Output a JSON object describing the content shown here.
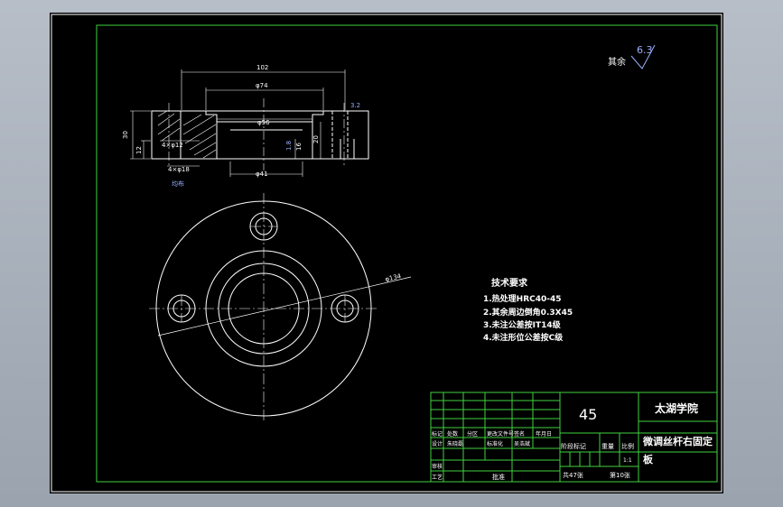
{
  "surface_finish": {
    "label": "其余",
    "value": "6.3"
  },
  "dimensions": {
    "d102": "102",
    "d74": "φ74",
    "d56": "φ56",
    "d41": "φ41",
    "d134": "φ134",
    "h30": "30",
    "h12": "12",
    "h20": "20",
    "h16": "16",
    "h18": "1.8",
    "hole12": "4×φ12",
    "hole18": "4×φ18",
    "roughness_side": "3.2",
    "note_below": "均布"
  },
  "tech": {
    "title": "技术要求",
    "items": [
      "1.热处理HRC40-45",
      "2.其余周边倒角0.3X45",
      "3.未注公差按IT14级",
      "4.未注形位公差按C级"
    ]
  },
  "title_block": {
    "material": "45",
    "school": "太湖学院",
    "part_name_1": "微调丝杆右固定",
    "part_name_2": "板",
    "headers": [
      "标记",
      "处数",
      "分区",
      "更改文件号",
      "签名",
      "年月日"
    ],
    "design": "设计",
    "designer": "朱晓磊",
    "standard": "标准化",
    "std_name": "吴浩斌",
    "stage_labels": [
      "阶段标记",
      "重量",
      "比例"
    ],
    "scale": "1:1",
    "review": "审核",
    "process": "工艺",
    "approve": "批准",
    "sheet_total": "共47张",
    "sheet_no": "第10张"
  }
}
